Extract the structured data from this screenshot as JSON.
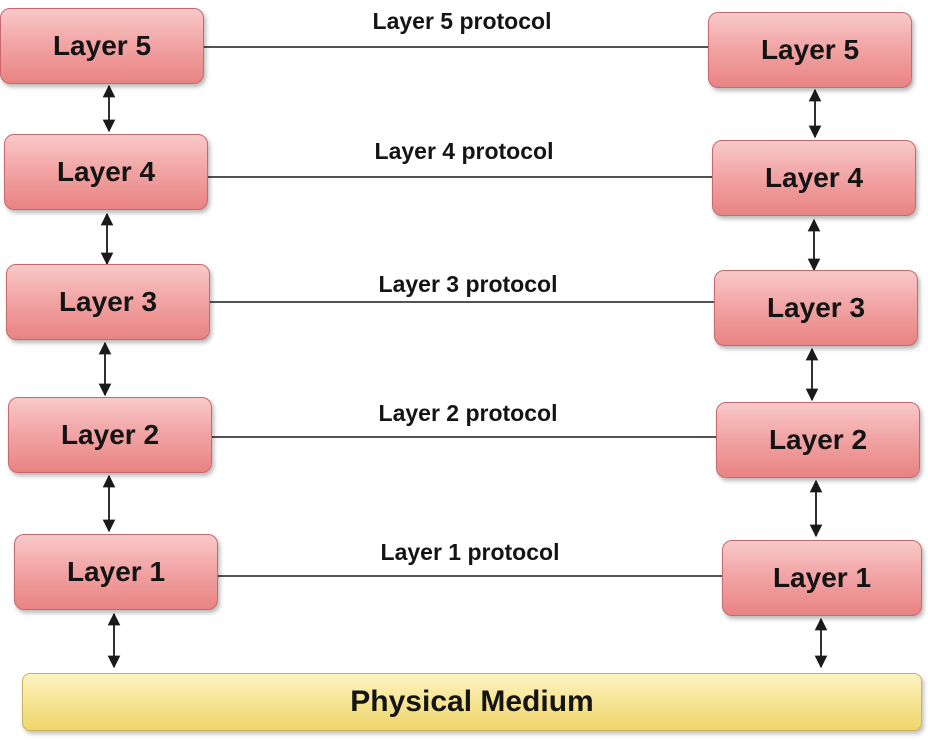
{
  "layers": {
    "left": [
      "Layer 5",
      "Layer 4",
      "Layer 3",
      "Layer 2",
      "Layer 1"
    ],
    "right": [
      "Layer 5",
      "Layer 4",
      "Layer 3",
      "Layer 2",
      "Layer 1"
    ]
  },
  "protocols": [
    "Layer 5 protocol",
    "Layer 4 protocol",
    "Layer 3 protocol",
    "Layer 2 protocol",
    "Layer 1 protocol"
  ],
  "physical_medium": "Physical Medium",
  "colors": {
    "layer_box": "#f2a6a6",
    "medium_bar": "#f6e38f",
    "line": "#1a1a1a"
  }
}
